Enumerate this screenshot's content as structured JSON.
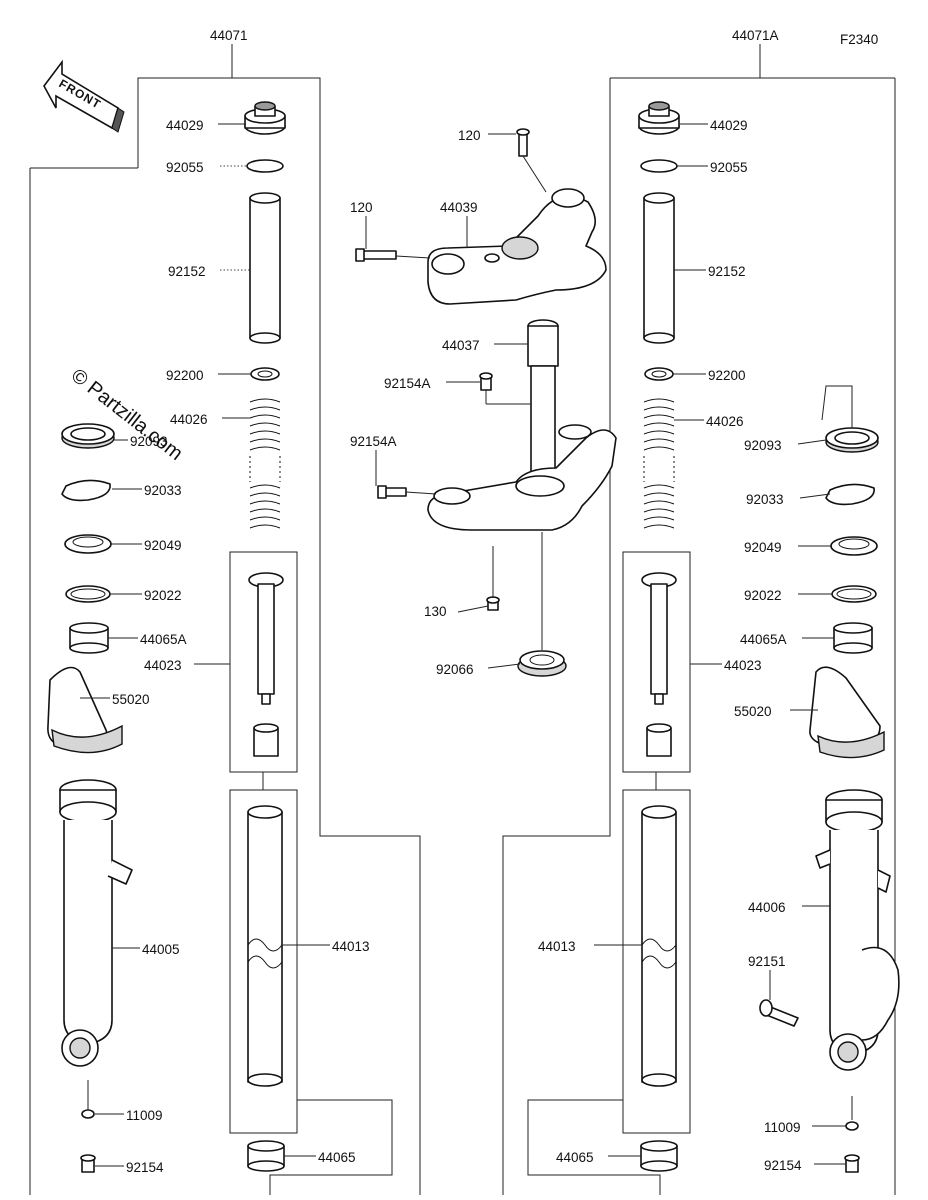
{
  "figure_code": "F2340",
  "watermark": "© Partzilla.com",
  "front_label": "FRONT",
  "assemblies": {
    "left": "44071",
    "right": "44071A"
  },
  "labels": {
    "l_44029": "44029",
    "l_92055": "92055",
    "l_92152": "92152",
    "l_92200": "92200",
    "l_44026": "44026",
    "l_92093": "92093",
    "l_92033": "92033",
    "l_92049": "92049",
    "l_92022": "92022",
    "l_44065A": "44065A",
    "l_44023": "44023",
    "l_55020": "55020",
    "l_44005": "44005",
    "l_44013": "44013",
    "l_11009": "11009",
    "l_44065": "44065",
    "l_92154": "92154",
    "c_120a": "120",
    "c_120b": "120",
    "c_44039": "44039",
    "c_44037": "44037",
    "c_92154Aa": "92154A",
    "c_92154Ab": "92154A",
    "c_130": "130",
    "c_92066": "92066",
    "r_44029": "44029",
    "r_92055": "92055",
    "r_92152": "92152",
    "r_92200": "92200",
    "r_44026": "44026",
    "r_92093": "92093",
    "r_92033": "92033",
    "r_92049": "92049",
    "r_92022": "92022",
    "r_44065A": "44065A",
    "r_44023": "44023",
    "r_55020": "55020",
    "r_44006": "44006",
    "r_92151": "92151",
    "r_44013": "44013",
    "r_11009": "11009",
    "r_44065": "44065",
    "r_92154": "92154"
  }
}
